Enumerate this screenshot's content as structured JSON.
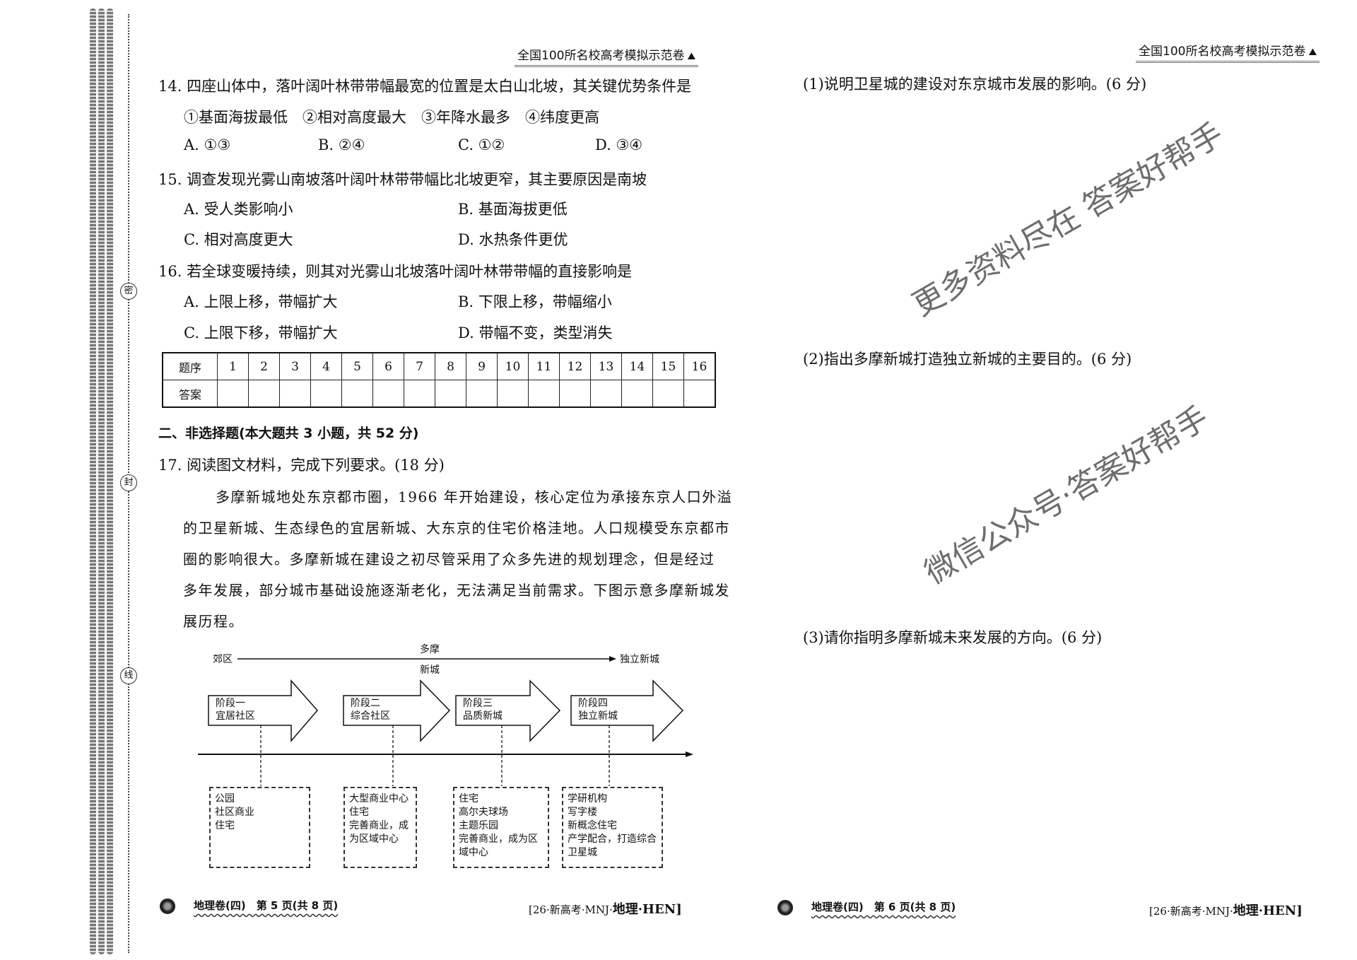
{
  "binding": {
    "seal_chars": [
      "密",
      "封",
      "线"
    ]
  },
  "header": {
    "series_title": "全国100所名校高考模拟示范卷"
  },
  "left_page": {
    "q14": {
      "stem": "14. 四座山体中，落叶阔叶林带带幅最宽的位置是太白山北坡，其关键优势条件是",
      "conditions": "①基面海拔最低　②相对高度最大　③年降水最多　④纬度更高",
      "options": [
        "A. ①③",
        "B. ②④",
        "C. ①②",
        "D. ③④"
      ]
    },
    "q15": {
      "stem": "15. 调查发现光雾山南坡落叶阔叶林带带幅比北坡更窄，其主要原因是南坡",
      "options": [
        "A. 受人类影响小",
        "B. 基面海拔更低",
        "C. 相对高度更大",
        "D. 水热条件更优"
      ]
    },
    "q16": {
      "stem": "16. 若全球变暖持续，则其对光雾山北坡落叶阔叶林带带幅的直接影响是",
      "options": [
        "A. 上限上移，带幅扩大",
        "B. 下限上移，带幅缩小",
        "C. 上限下移，带幅扩大",
        "D. 带幅不变，类型消失"
      ]
    },
    "answer_table": {
      "row_headers": [
        "题序",
        "答案"
      ],
      "numbers": [
        "1",
        "2",
        "3",
        "4",
        "5",
        "6",
        "7",
        "8",
        "9",
        "10",
        "11",
        "12",
        "13",
        "14",
        "15",
        "16"
      ]
    },
    "section2_title": "二、非选择题(本大题共 3 小题，共 52 分)",
    "q17": {
      "stem": "17. 阅读图文材料，完成下列要求。(18 分)",
      "paragraph_lines": [
        "多摩新城地处东京都市圈，1966 年开始建设，核心定位为承接东京人口外溢",
        "的卫星新城、生态绿色的宜居新城、大东京的住宅价格洼地。人口规模受东京都市",
        "圈的影响很大。多摩新城在建设之初尽管采用了众多先进的规划理念，但是经过",
        "多年发展，部分城市基础设施逐渐老化，无法满足当前需求。下图示意多摩新城发",
        "展历程。"
      ]
    },
    "diagram": {
      "axis_start": "郊区",
      "axis_end": "独立新城",
      "axis_mid_top": "多摩",
      "axis_mid_bottom": "新城",
      "stages": [
        {
          "name": "阶段一",
          "label": "宜居社区",
          "features": [
            "公园",
            "社区商业",
            "住宅"
          ]
        },
        {
          "name": "阶段二",
          "label": "综合社区",
          "features": [
            "大型商业中心",
            "住宅",
            "完善商业，成为区域中心"
          ]
        },
        {
          "name": "阶段三",
          "label": "品质新城",
          "features": [
            "住宅",
            "高尔夫球场",
            "主题乐园",
            "完善商业，成为区域中心"
          ]
        },
        {
          "name": "阶段四",
          "label": "独立新城",
          "features": [
            "学研机构",
            "写字楼",
            "新概念住宅",
            "产学配合，打造综合卫星城"
          ]
        }
      ]
    },
    "footer": {
      "page_label": "地理卷(四)　第 5 页(共 8 页)",
      "code_prefix": "[26·新高考·MNJ·",
      "code_subject": "地理",
      "code_suffix": "·HEN]"
    }
  },
  "right_page": {
    "sub_questions": [
      "(1)说明卫星城的建设对东京城市发展的影响。(6 分)",
      "(2)指出多摩新城打造独立新城的主要目的。(6 分)",
      "(3)请你指明多摩新城未来发展的方向。(6 分)"
    ],
    "footer": {
      "page_label": "地理卷(四)　第 6 页(共 8 页)",
      "code_prefix": "[26·新高考·MNJ·",
      "code_subject": "地理",
      "code_suffix": "·HEN]"
    }
  },
  "watermarks": [
    "更多资料尽在 答案好帮手",
    "微信公众号·答案好帮手"
  ]
}
